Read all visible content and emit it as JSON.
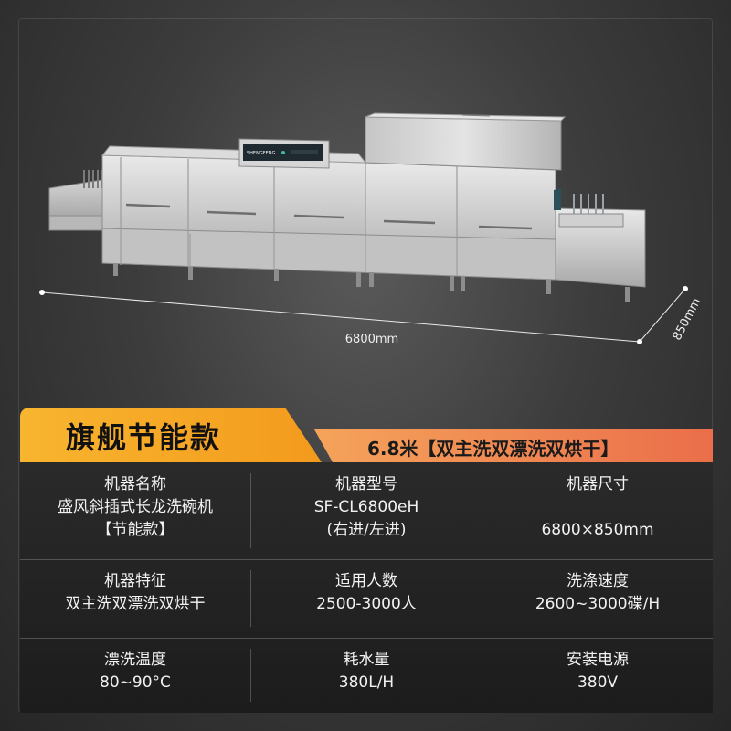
{
  "hero": {
    "machine_panel_brand": "SHENGFENG",
    "dimension_width": "6800mm",
    "dimension_depth": "850mm"
  },
  "banner": {
    "title": "旗舰节能款",
    "subtitle": "6.8米【双主洗双漂洗双烘干】"
  },
  "specs": {
    "row1": [
      {
        "label": "机器名称",
        "lines": [
          "盛风斜插式长龙洗碗机",
          "【节能款】"
        ]
      },
      {
        "label": "机器型号",
        "lines": [
          "SF-CL6800eH",
          "(右进/左进)"
        ]
      },
      {
        "label": "机器尺寸",
        "lines": [
          "",
          "6800×850mm"
        ]
      }
    ],
    "row2": [
      {
        "label": "机器特征",
        "value": "双主洗双漂洗双烘干"
      },
      {
        "label": "适用人数",
        "value": "2500-3000人"
      },
      {
        "label": "洗涤速度",
        "value": "2600~3000碟/H"
      }
    ],
    "row3": [
      {
        "label": "漂洗温度",
        "value": "80~90°C"
      },
      {
        "label": "耗水量",
        "value": "380L/H"
      },
      {
        "label": "安装电源",
        "value": "380V"
      }
    ]
  },
  "colors": {
    "banner_orange": "#f8b52f",
    "banner_coral": "#ea6e4a",
    "background": "#3c3c3c"
  }
}
